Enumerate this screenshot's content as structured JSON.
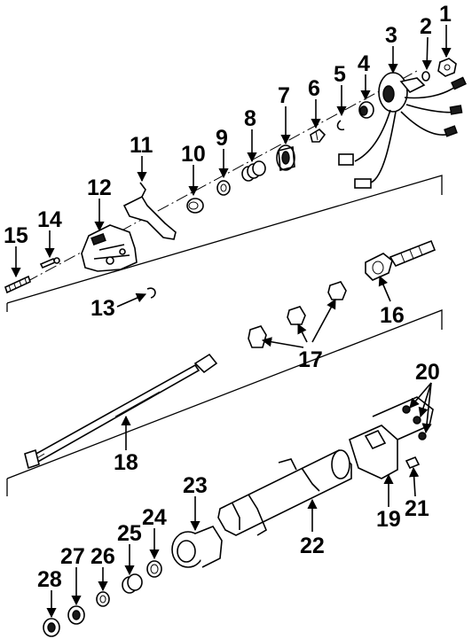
{
  "labels": {
    "p1": "1",
    "p2": "2",
    "p3": "3",
    "p4": "4",
    "p5": "5",
    "p6": "6",
    "p7": "7",
    "p8": "8",
    "p9": "9",
    "p10": "10",
    "p11": "11",
    "p12": "12",
    "p13": "13",
    "p14": "14",
    "p15": "15",
    "p16": "16",
    "p17": "17",
    "p18": "18",
    "p19": "19",
    "p20": "20",
    "p21": "21",
    "p22": "22",
    "p23": "23",
    "p24": "24",
    "p25": "25",
    "p26": "26",
    "p27": "27",
    "p28": "28"
  }
}
